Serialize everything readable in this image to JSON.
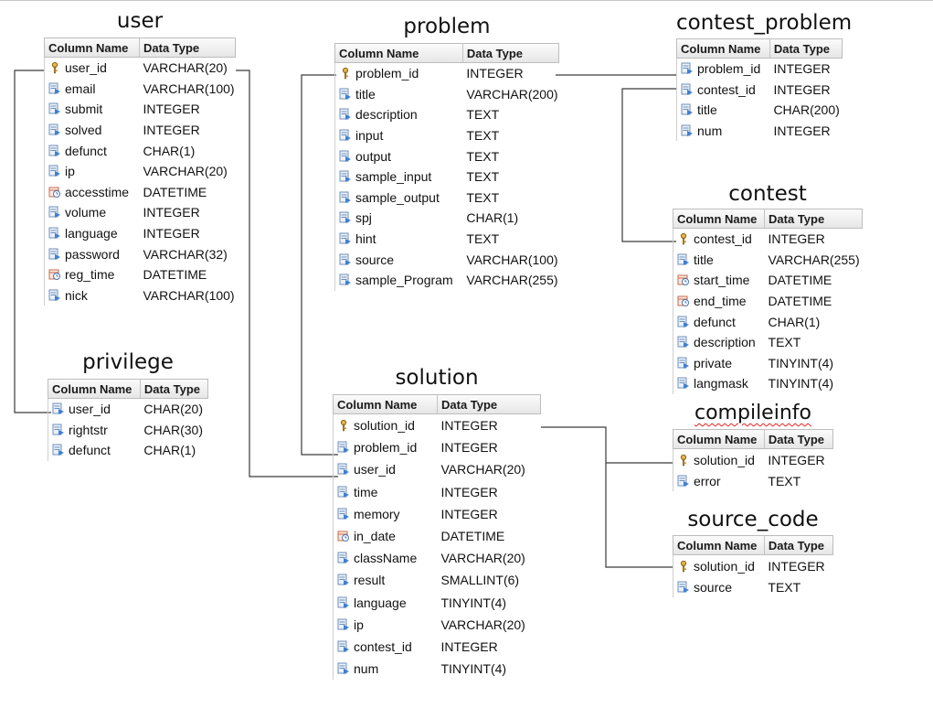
{
  "header": {
    "col_name": "Column Name",
    "col_type": "Data Type"
  },
  "tables": {
    "user": {
      "title": "user",
      "columns": [
        {
          "name": "user_id",
          "type": "VARCHAR(20)",
          "icon": "key-icon"
        },
        {
          "name": "email",
          "type": "VARCHAR(100)",
          "icon": "column-icon"
        },
        {
          "name": "submit",
          "type": "INTEGER",
          "icon": "column-icon"
        },
        {
          "name": "solved",
          "type": "INTEGER",
          "icon": "column-icon"
        },
        {
          "name": "defunct",
          "type": "CHAR(1)",
          "icon": "column-icon"
        },
        {
          "name": "ip",
          "type": "VARCHAR(20)",
          "icon": "column-icon"
        },
        {
          "name": "accesstime",
          "type": "DATETIME",
          "icon": "datetime-icon"
        },
        {
          "name": "volume",
          "type": "INTEGER",
          "icon": "column-icon"
        },
        {
          "name": "language",
          "type": "INTEGER",
          "icon": "column-icon"
        },
        {
          "name": "password",
          "type": "VARCHAR(32)",
          "icon": "column-icon"
        },
        {
          "name": "reg_time",
          "type": "DATETIME",
          "icon": "datetime-icon"
        },
        {
          "name": "nick",
          "type": "VARCHAR(100)",
          "icon": "column-icon"
        }
      ]
    },
    "privilege": {
      "title": "privilege",
      "columns": [
        {
          "name": "user_id",
          "type": "CHAR(20)",
          "icon": "column-icon"
        },
        {
          "name": "rightstr",
          "type": "CHAR(30)",
          "icon": "column-icon"
        },
        {
          "name": "defunct",
          "type": "CHAR(1)",
          "icon": "column-icon"
        }
      ]
    },
    "problem": {
      "title": "problem",
      "columns": [
        {
          "name": "problem_id",
          "type": "INTEGER",
          "icon": "key-icon"
        },
        {
          "name": "title",
          "type": "VARCHAR(200)",
          "icon": "column-icon"
        },
        {
          "name": "description",
          "type": "TEXT",
          "icon": "column-icon"
        },
        {
          "name": "input",
          "type": "TEXT",
          "icon": "column-icon"
        },
        {
          "name": "output",
          "type": "TEXT",
          "icon": "column-icon"
        },
        {
          "name": "sample_input",
          "type": "TEXT",
          "icon": "column-icon"
        },
        {
          "name": "sample_output",
          "type": "TEXT",
          "icon": "column-icon"
        },
        {
          "name": "spj",
          "type": "CHAR(1)",
          "icon": "column-icon"
        },
        {
          "name": "hint",
          "type": "TEXT",
          "icon": "column-icon"
        },
        {
          "name": "source",
          "type": "VARCHAR(100)",
          "icon": "column-icon"
        },
        {
          "name": "sample_Program",
          "type": "VARCHAR(255)",
          "icon": "column-icon"
        }
      ]
    },
    "solution": {
      "title": "solution",
      "columns": [
        {
          "name": "solution_id",
          "type": "INTEGER",
          "icon": "key-icon"
        },
        {
          "name": "problem_id",
          "type": "INTEGER",
          "icon": "column-icon"
        },
        {
          "name": "user_id",
          "type": "VARCHAR(20)",
          "icon": "column-icon"
        },
        {
          "name": "time",
          "type": "INTEGER",
          "icon": "column-icon"
        },
        {
          "name": "memory",
          "type": "INTEGER",
          "icon": "column-icon"
        },
        {
          "name": "in_date",
          "type": "DATETIME",
          "icon": "datetime-icon"
        },
        {
          "name": "className",
          "type": "VARCHAR(20)",
          "icon": "column-icon"
        },
        {
          "name": "result",
          "type": "SMALLINT(6)",
          "icon": "column-icon"
        },
        {
          "name": "language",
          "type": "TINYINT(4)",
          "icon": "column-icon"
        },
        {
          "name": "ip",
          "type": "VARCHAR(20)",
          "icon": "column-icon"
        },
        {
          "name": "contest_id",
          "type": "INTEGER",
          "icon": "column-icon"
        },
        {
          "name": "num",
          "type": "TINYINT(4)",
          "icon": "column-icon"
        }
      ]
    },
    "contest_problem": {
      "title": "contest_problem",
      "columns": [
        {
          "name": "problem_id",
          "type": "INTEGER",
          "icon": "column-icon"
        },
        {
          "name": "contest_id",
          "type": "INTEGER",
          "icon": "column-icon"
        },
        {
          "name": "title",
          "type": "CHAR(200)",
          "icon": "column-icon"
        },
        {
          "name": "num",
          "type": "INTEGER",
          "icon": "column-icon"
        }
      ]
    },
    "contest": {
      "title": "contest",
      "columns": [
        {
          "name": "contest_id",
          "type": "INTEGER",
          "icon": "key-icon"
        },
        {
          "name": "title",
          "type": "VARCHAR(255)",
          "icon": "column-icon"
        },
        {
          "name": "start_time",
          "type": "DATETIME",
          "icon": "datetime-icon"
        },
        {
          "name": "end_time",
          "type": "DATETIME",
          "icon": "datetime-icon"
        },
        {
          "name": "defunct",
          "type": "CHAR(1)",
          "icon": "column-icon"
        },
        {
          "name": "description",
          "type": "TEXT",
          "icon": "column-icon"
        },
        {
          "name": "private",
          "type": "TINYINT(4)",
          "icon": "column-icon"
        },
        {
          "name": "langmask",
          "type": "TINYINT(4)",
          "icon": "column-icon"
        }
      ]
    },
    "compileinfo": {
      "title": "compileinfo",
      "columns": [
        {
          "name": "solution_id",
          "type": "INTEGER",
          "icon": "key-icon"
        },
        {
          "name": "error",
          "type": "TEXT",
          "icon": "column-icon"
        }
      ]
    },
    "source_code": {
      "title": "source_code",
      "columns": [
        {
          "name": "solution_id",
          "type": "INTEGER",
          "icon": "key-icon"
        },
        {
          "name": "source",
          "type": "TEXT",
          "icon": "column-icon"
        }
      ]
    }
  },
  "relationships": [
    {
      "from": "user.user_id",
      "to": "privilege.user_id"
    },
    {
      "from": "user.user_id",
      "to": "solution.user_id"
    },
    {
      "from": "problem.problem_id",
      "to": "solution.problem_id"
    },
    {
      "from": "problem.problem_id",
      "to": "contest_problem.problem_id"
    },
    {
      "from": "contest.contest_id",
      "to": "contest_problem.contest_id"
    },
    {
      "from": "solution.solution_id",
      "to": "compileinfo.solution_id"
    },
    {
      "from": "solution.solution_id",
      "to": "source_code.solution_id"
    }
  ]
}
